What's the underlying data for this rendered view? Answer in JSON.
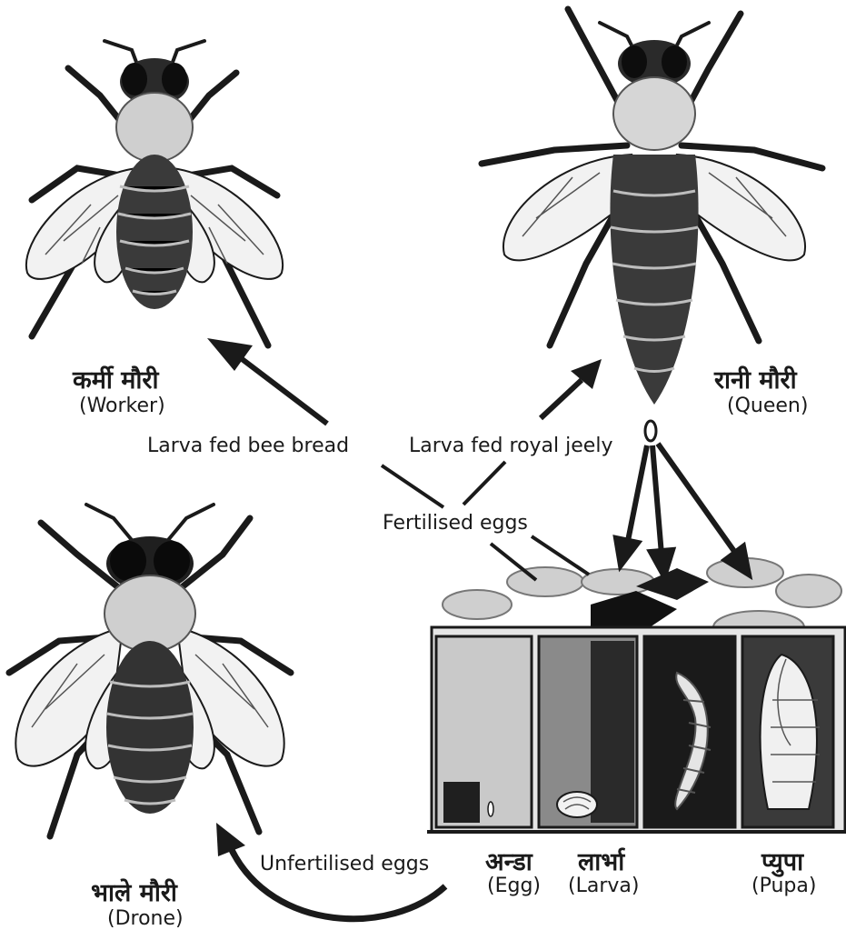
{
  "labels": {
    "worker_hindi": "कर्मी मौरी",
    "worker_en": "(Worker)",
    "queen_hindi": "रानी मौरी",
    "queen_en": "(Queen)",
    "drone_hindi": "भाले मौरी",
    "drone_en": "(Drone)",
    "egg_hindi": "अन्डा",
    "egg_en": "(Egg)",
    "larva_hindi": "लार्भा",
    "larva_en": "(Larva)",
    "pupa_hindi": "प्युपा",
    "pupa_en": "(Pupa)"
  },
  "annotations": {
    "bee_bread": "Larva fed bee bread",
    "royal_jelly": "Larva fed royal jeely",
    "fertilised": "Fertilised eggs",
    "unfertilised": "Unfertilised eggs"
  },
  "colors": {
    "ink": "#1a1a1a",
    "shade": "#555555",
    "light": "#cfcfcf",
    "wing": "#f2f2f2"
  }
}
